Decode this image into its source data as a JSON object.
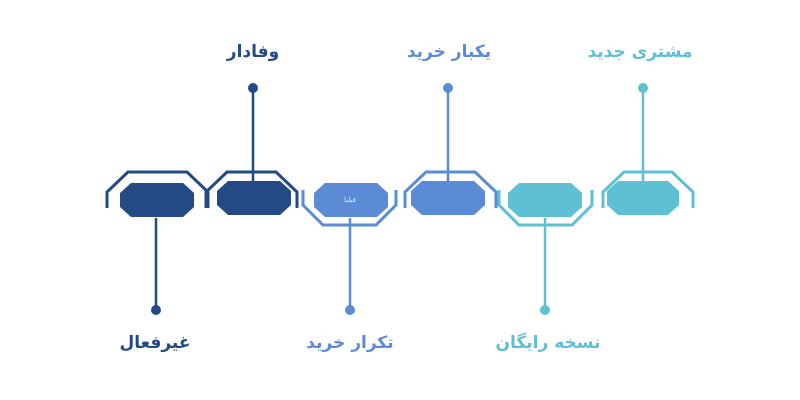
{
  "colors": {
    "teal": "#5fbfd3",
    "light_blue": "#5b8bd4",
    "dark_blue": "#234a84",
    "background": "#ffffff"
  },
  "stages": [
    {
      "id": "new-customer",
      "label": "مشتری جدید",
      "position": "top",
      "color": "teal"
    },
    {
      "id": "free-version",
      "label": "نسخه رایگان",
      "position": "bottom",
      "color": "teal"
    },
    {
      "id": "one-time-purchase",
      "label": "یکبار خرید",
      "position": "top",
      "color": "light_blue"
    },
    {
      "id": "repeat-purchase",
      "label": "تکرار خرید",
      "position": "bottom",
      "color": "light_blue"
    },
    {
      "id": "loyal",
      "label": "وفادار",
      "position": "top",
      "color": "dark_blue"
    },
    {
      "id": "inactive",
      "label": "غیرفعال",
      "position": "bottom",
      "color": "dark_blue"
    }
  ],
  "watermark": "فیلیا"
}
